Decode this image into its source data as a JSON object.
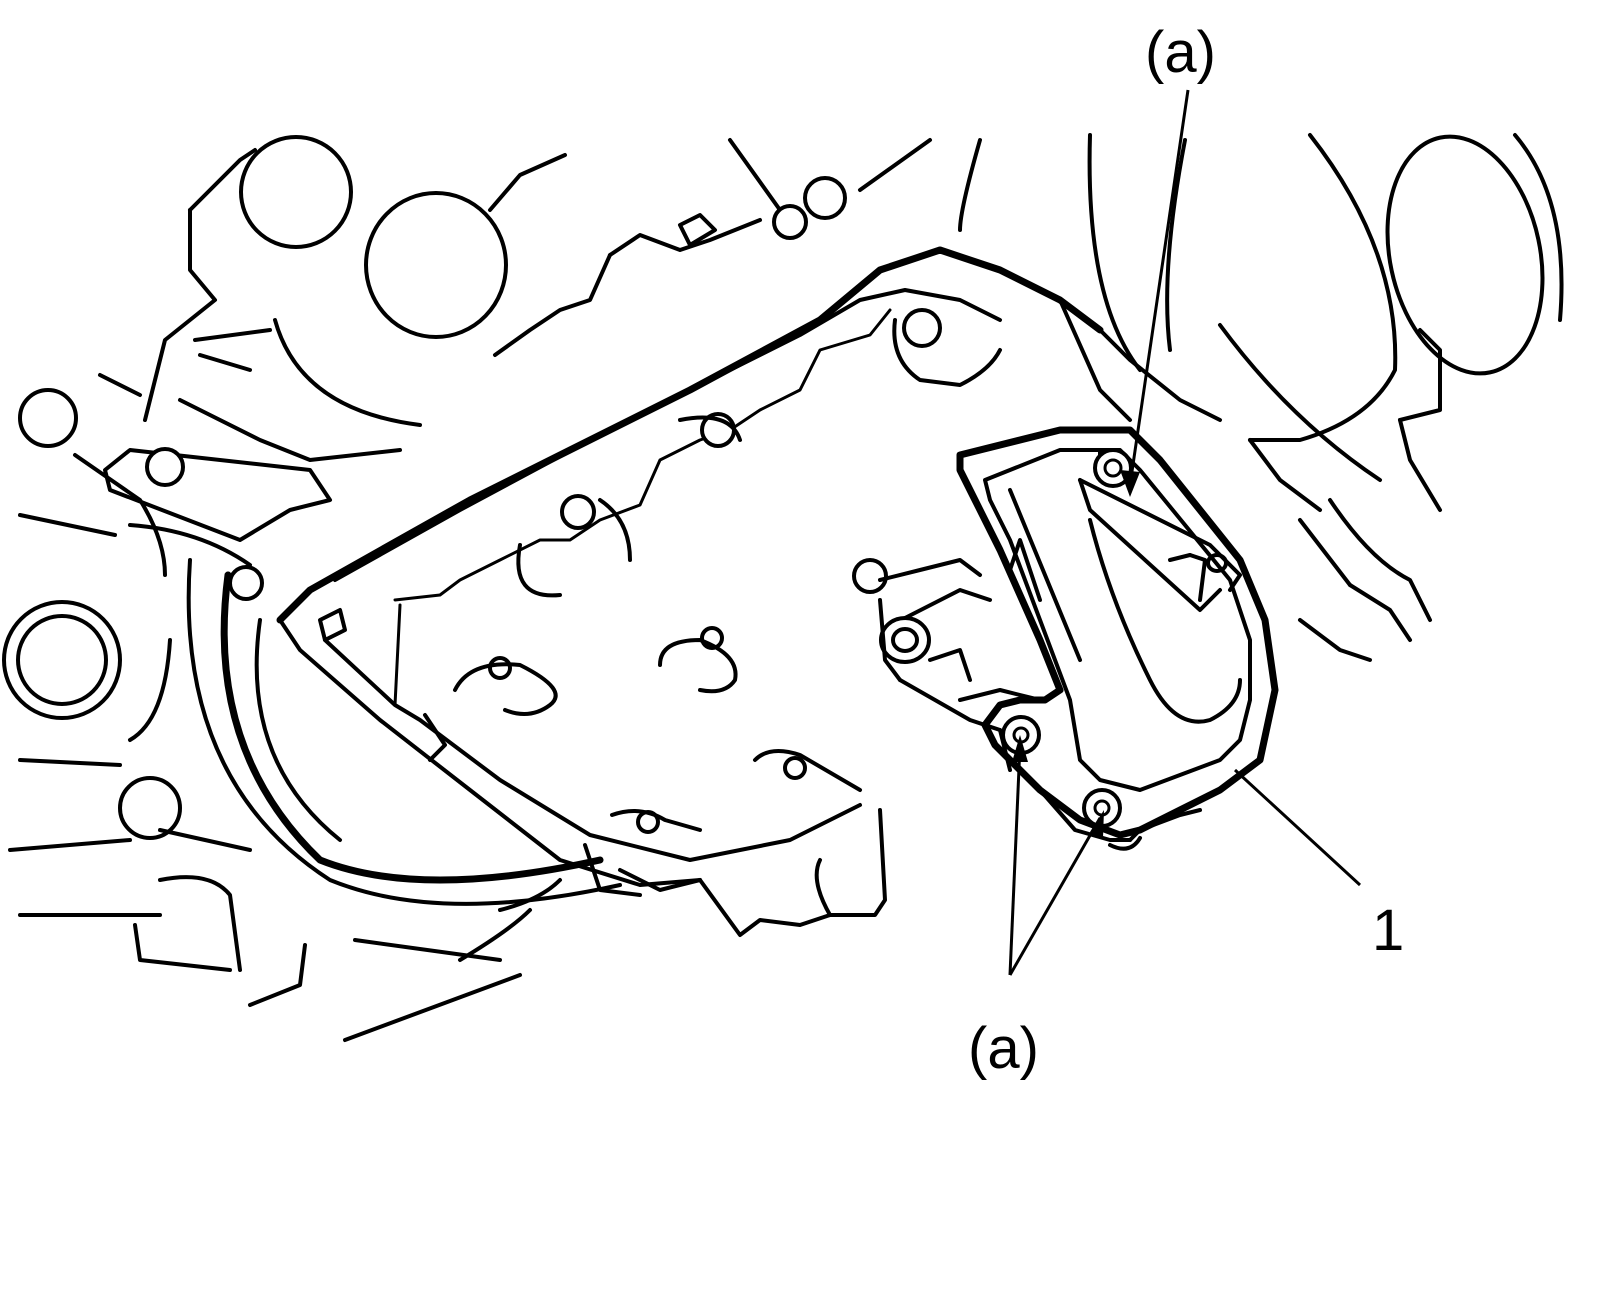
{
  "labels": {
    "bolt_top": "(a)",
    "bolt_bottom": "(a)",
    "part_number": "1"
  }
}
